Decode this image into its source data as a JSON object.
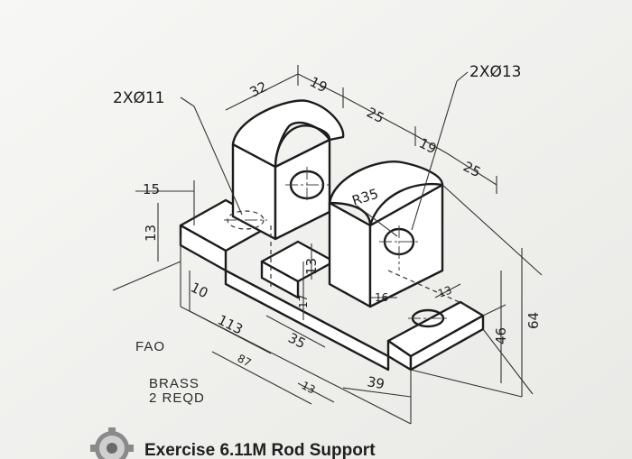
{
  "drawing": {
    "callouts": {
      "left_holes": "2XØ11",
      "right_holes": "2XØ13"
    },
    "dimensions": {
      "d32": "32",
      "d19_top": "19",
      "d25_top": "25",
      "d19_right": "19",
      "d25_right": "25",
      "d15": "15",
      "d13_left": "13",
      "d10": "10",
      "d13_mid": "13",
      "d17": "17",
      "r35": "R35",
      "d16": "16",
      "d13_right": "13",
      "d113": "113",
      "d35": "35",
      "d87": "87",
      "d13_bottom": "13",
      "d39": "39",
      "d46": "46",
      "d64": "64"
    },
    "notes": {
      "fao": "FAO",
      "material": "BRASS",
      "quantity": "2 REQD"
    },
    "caption": "Exercise 6.11M Rod Support",
    "caption_icon": "gear-icon"
  }
}
